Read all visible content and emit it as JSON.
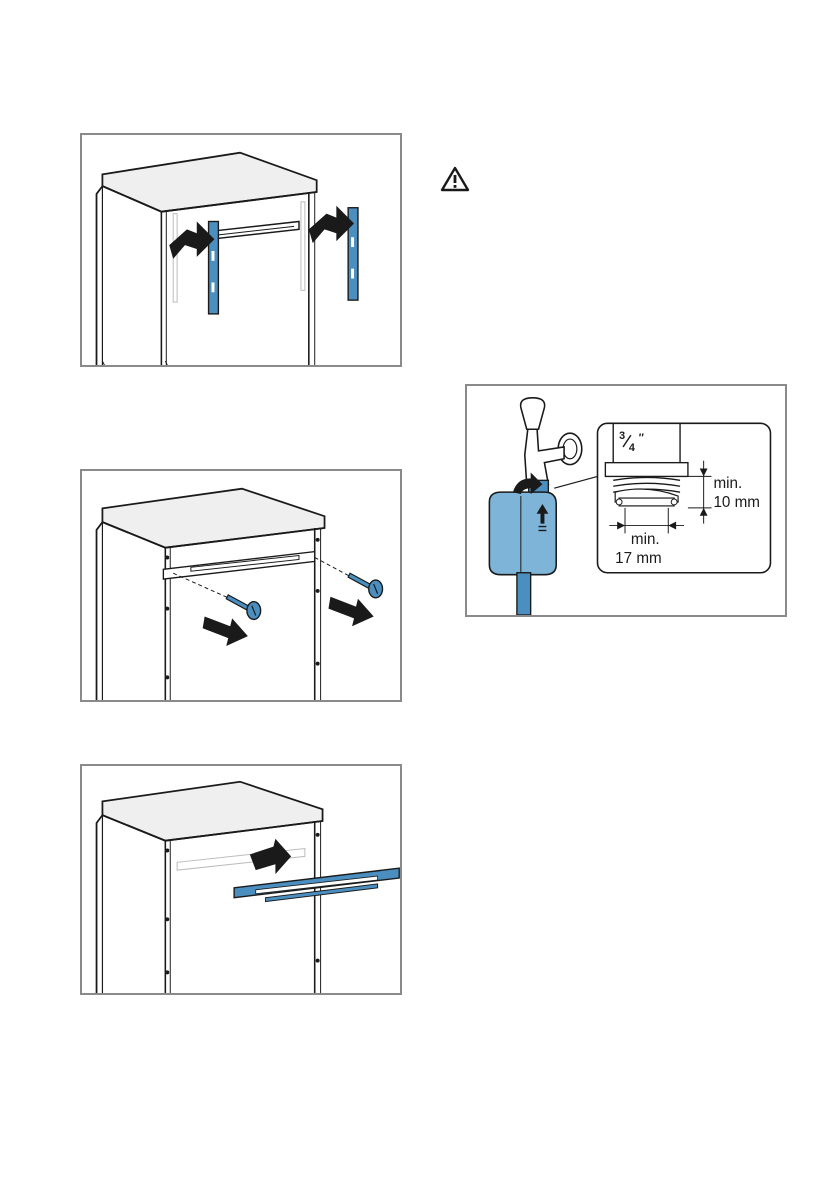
{
  "tap_detail": {
    "thread_size_num": "3",
    "thread_size_den": "4",
    "thread_size_mark": "″",
    "height_min_label": "min.",
    "height_min_value": "10 mm",
    "width_min_label": "min.",
    "width_min_value": "17 mm"
  },
  "colors": {
    "accent_blue": "#4a8fc0",
    "arrow": "#1a1a1a",
    "frame_border": "#8a8a8a"
  },
  "icons": {
    "warning": "warning-triangle-icon"
  }
}
